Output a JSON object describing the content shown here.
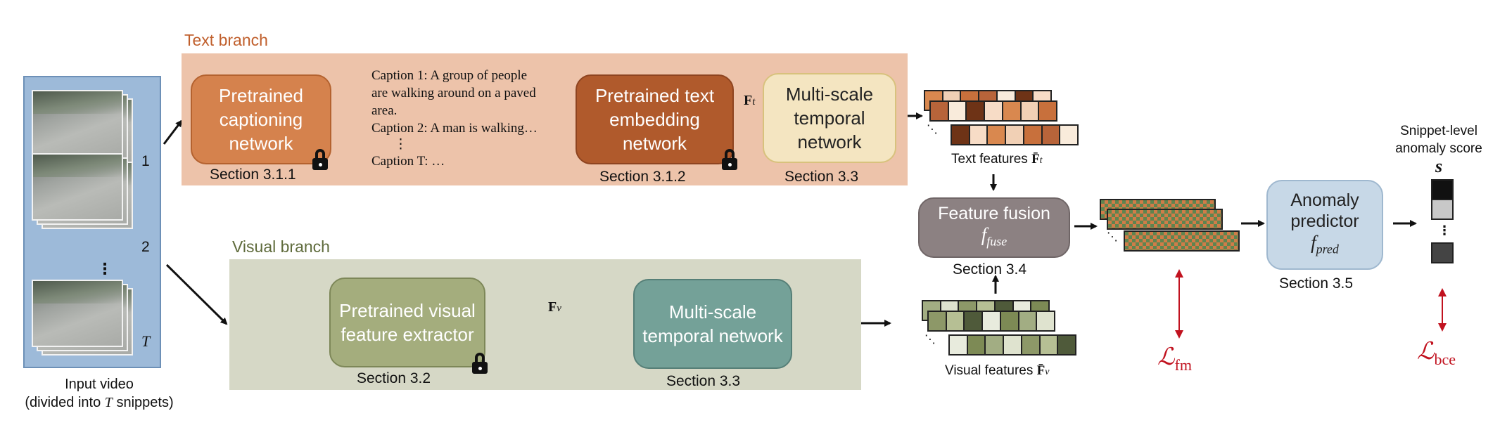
{
  "text_branch": {
    "label": "Text branch",
    "captioning": {
      "title": "Pretrained captioning network",
      "section": "Section 3.1.1"
    },
    "captions": {
      "line1": "Caption 1: A group of people",
      "line2": "are walking around on a paved",
      "line3": "area.",
      "line4": "Caption 2: A man is walking…",
      "dots": "⋮",
      "line5": "Caption T: …"
    },
    "embedding": {
      "title": "Pretrained text embedding network",
      "section": "Section 3.1.2"
    },
    "ft_label": "F",
    "ft_sub": "t",
    "temporal": {
      "title": "Multi-scale temporal network",
      "section": "Section 3.3"
    },
    "features_label": "Text features ",
    "features_symbol": "F̄",
    "features_sub": "t",
    "feature_colors": [
      "#d9884f",
      "#f1d0b5",
      "#c8703c",
      "#b8643a",
      "#f9ebdb",
      "#6e3316",
      "#f7dcc6"
    ]
  },
  "visual_branch": {
    "label": "Visual branch",
    "extractor": {
      "title": "Pretrained visual feature extractor",
      "section": "Section 3.2"
    },
    "fv_label": "F",
    "fv_sub": "v",
    "temporal": {
      "title": "Multi-scale temporal network",
      "section": "Section 3.3"
    },
    "features_label": "Visual features ",
    "features_symbol": "F̄",
    "features_sub": "v",
    "feature_colors": [
      "#a2ad83",
      "#dfe3cf",
      "#8d9868",
      "#b6bf94",
      "#4f5a3a",
      "#e8ebdd",
      "#7d8a55"
    ]
  },
  "input": {
    "label_line1": "Input video",
    "label_line2_a": "(divided into ",
    "label_line2_T": "T",
    "label_line2_b": " snippets)",
    "frame_numbers": [
      "1",
      "2",
      "T"
    ],
    "dots": "⋮"
  },
  "fusion": {
    "title": "Feature fusion",
    "symbol": "f",
    "sub": "fuse",
    "section": "Section 3.4"
  },
  "loss_fm": {
    "symbol": "ℒ",
    "sub": "fm",
    "color": "#c1121f"
  },
  "predictor": {
    "title_line1": "Anomaly",
    "title_line2": "predictor",
    "symbol": "f",
    "sub": "pred",
    "section": "Section 3.5"
  },
  "score": {
    "label_line1": "Snippet-level",
    "label_line2": "anomaly score",
    "symbol": "s",
    "dots": "⋮",
    "cell_colors": [
      "#111111",
      "#c8c8c8",
      "#444444"
    ]
  },
  "loss_bce": {
    "symbol": "ℒ",
    "sub": "bce",
    "color": "#c1121f"
  },
  "colors": {
    "text_panel": "#edc3aa",
    "visual_panel": "#d6d8c6",
    "arrow": "#111111",
    "loss_arrow": "#c1121f"
  }
}
